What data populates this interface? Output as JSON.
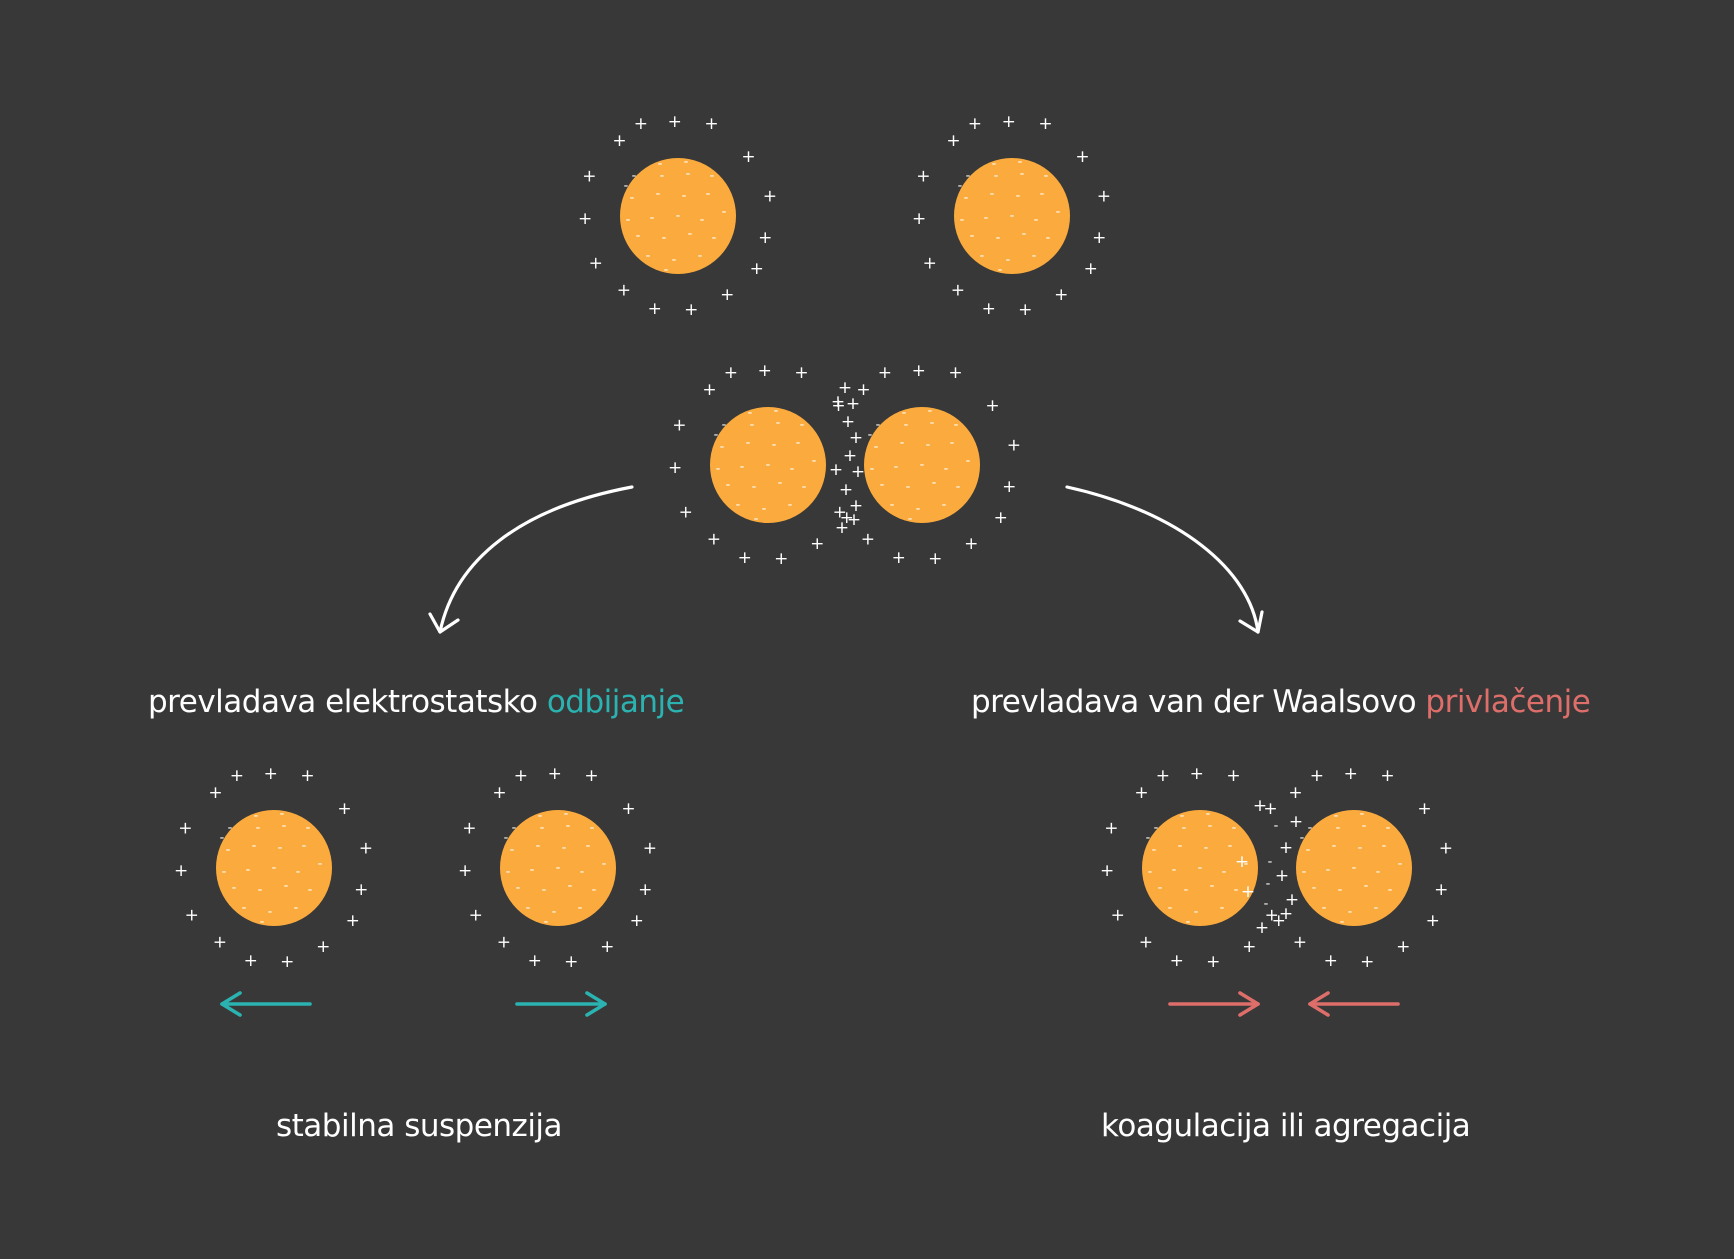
{
  "labels": {
    "repulsion_prefix": "prevladava elektrostatsko ",
    "repulsion_word": "odbijanje",
    "attraction_prefix": "prevladava van der Waalsovo ",
    "attraction_word": "privlačenje",
    "stable_outcome": "stabilna suspenzija",
    "coagulation_outcome": "koagulacija ili agregacija"
  },
  "colors": {
    "background": "#383838",
    "particle": "#fbab3d",
    "charge": "#ffffff",
    "repulsion": "#2bb3b1",
    "attraction": "#de6e6a"
  },
  "charge_symbols": {
    "positive": "+",
    "negative": "-"
  }
}
